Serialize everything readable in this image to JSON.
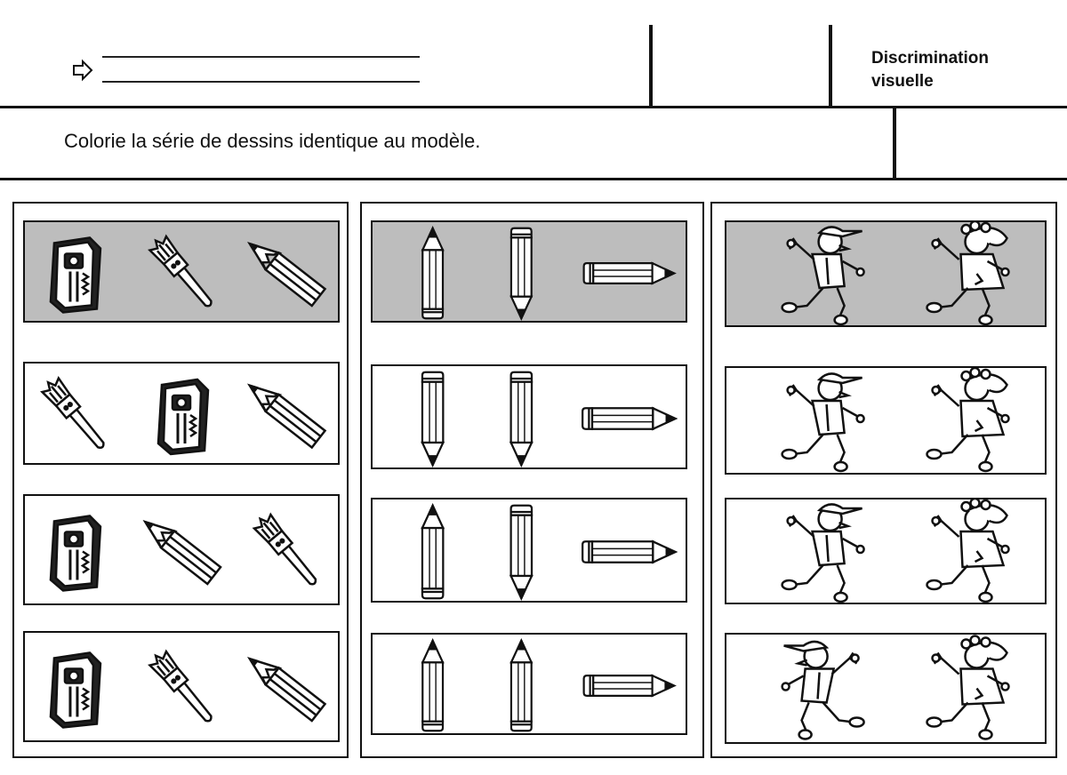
{
  "header": {
    "title_line1": "Discrimination",
    "title_line2": "visuelle",
    "arrow_icon": "hollow-right-arrow-icon"
  },
  "instruction": "Colorie la série de dessins identique au modèle.",
  "colors": {
    "ink": "#111111",
    "model_fill": "#bdbdbd",
    "paper": "#ffffff"
  },
  "columns": [
    {
      "theme": "school-supplies",
      "model": [
        "sharpener-icon",
        "paintbrush-icon",
        "tilted-pencil-icon"
      ],
      "options": [
        [
          "paintbrush-icon",
          "sharpener-icon",
          "tilted-pencil-icon"
        ],
        [
          "sharpener-icon",
          "tilted-pencil-icon",
          "paintbrush-icon"
        ],
        [
          "sharpener-icon",
          "paintbrush-icon",
          "tilted-pencil-icon"
        ]
      ]
    },
    {
      "theme": "pencils",
      "model": [
        "pencil-point-up-icon",
        "pencil-point-down-icon",
        "pencil-point-right-icon"
      ],
      "options": [
        [
          "pencil-point-down-icon",
          "pencil-point-down-icon",
          "pencil-point-right-icon"
        ],
        [
          "pencil-point-up-icon",
          "pencil-point-down-icon",
          "pencil-point-right-icon"
        ],
        [
          "pencil-point-up-icon",
          "pencil-point-up-icon",
          "pencil-point-right-icon"
        ]
      ]
    },
    {
      "theme": "running-children",
      "model": [
        "running-boy-icon",
        "running-girl-icon"
      ],
      "options": [
        [
          "running-boy-icon",
          "running-girl-icon"
        ],
        [
          "running-boy-icon",
          "running-girl-icon"
        ],
        [
          "running-boy-left-icon",
          "running-girl-icon"
        ]
      ]
    }
  ]
}
